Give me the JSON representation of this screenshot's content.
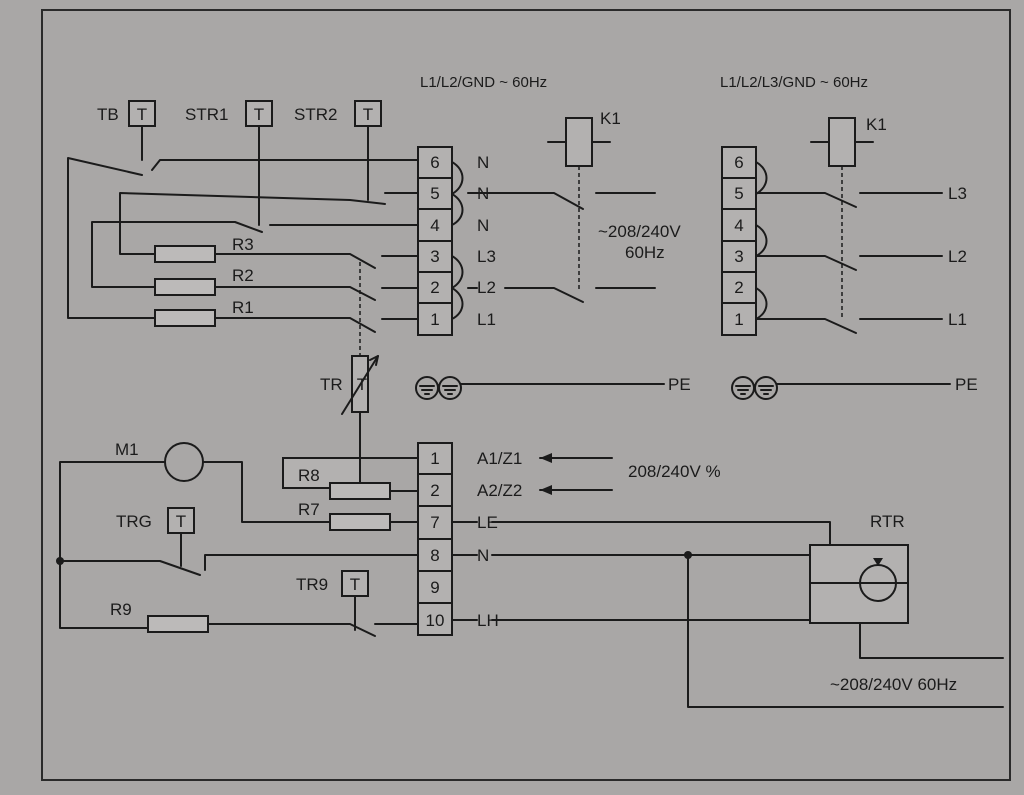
{
  "headers": {
    "single_phase": "L1/L2/GND ~ 60Hz",
    "three_phase": "L1/L2/L3/GND ~ 60Hz"
  },
  "thermostats": {
    "tb": "TB",
    "str1": "STR1",
    "str2": "STR2",
    "t_symbol": "T",
    "tr": "TR",
    "trg": "TRG",
    "tr9": "TR9"
  },
  "resistors": {
    "r1": "R1",
    "r2": "R2",
    "r3": "R3",
    "r7": "R7",
    "r8": "R8",
    "r9": "R9"
  },
  "terminal_block_1": {
    "numbers": [
      "6",
      "5",
      "4",
      "3",
      "2",
      "1"
    ],
    "labels": [
      "N",
      "N",
      "N",
      "L3",
      "L2",
      "L1"
    ]
  },
  "contactor": {
    "name": "K1",
    "supply_line1": "~208/240V",
    "supply_line2": "60Hz"
  },
  "terminal_block_3ph": {
    "numbers": [
      "6",
      "5",
      "4",
      "3",
      "2",
      "1"
    ],
    "labels": [
      "L3",
      "L2",
      "L1"
    ],
    "contactor": "K1"
  },
  "earth": {
    "label_left": "PE",
    "label_right": "PE"
  },
  "terminal_block_2": {
    "numbers": [
      "1",
      "2",
      "7",
      "8",
      "9",
      "10"
    ],
    "labels": [
      "A1/Z1",
      "A2/Z2",
      "LE",
      "N",
      "LH"
    ],
    "control_voltage": "208/240V %"
  },
  "motor": "M1",
  "room_thermostat": {
    "name": "RTR",
    "supply": "~208/240V 60Hz"
  }
}
